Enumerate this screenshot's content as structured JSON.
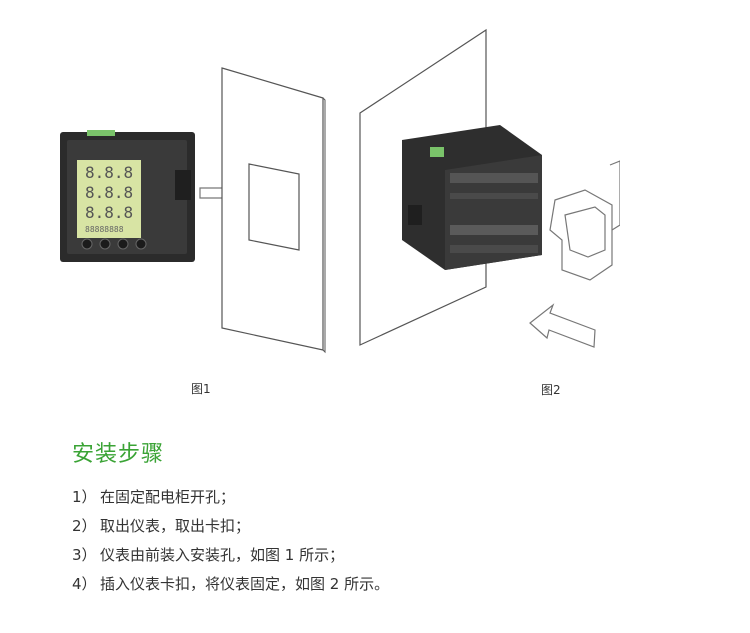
{
  "figure1": {
    "caption": "图1"
  },
  "figure2": {
    "caption": "图2"
  },
  "section": {
    "title": "安装步骤",
    "steps": [
      {
        "num": "1）",
        "text": "在固定配电柜开孔；"
      },
      {
        "num": "2）",
        "text": "取出仪表，取出卡扣；"
      },
      {
        "num": "3）",
        "text": "仪表由前装入安装孔，如图 1 所示；"
      },
      {
        "num": "4）",
        "text": "插入仪表卡扣，将仪表固定，如图 2 所示。"
      }
    ]
  },
  "colors": {
    "accent": "#3aa335",
    "panel_line": "#555555",
    "device": "#2b2b2b",
    "lcd": "#d8e4a4"
  }
}
